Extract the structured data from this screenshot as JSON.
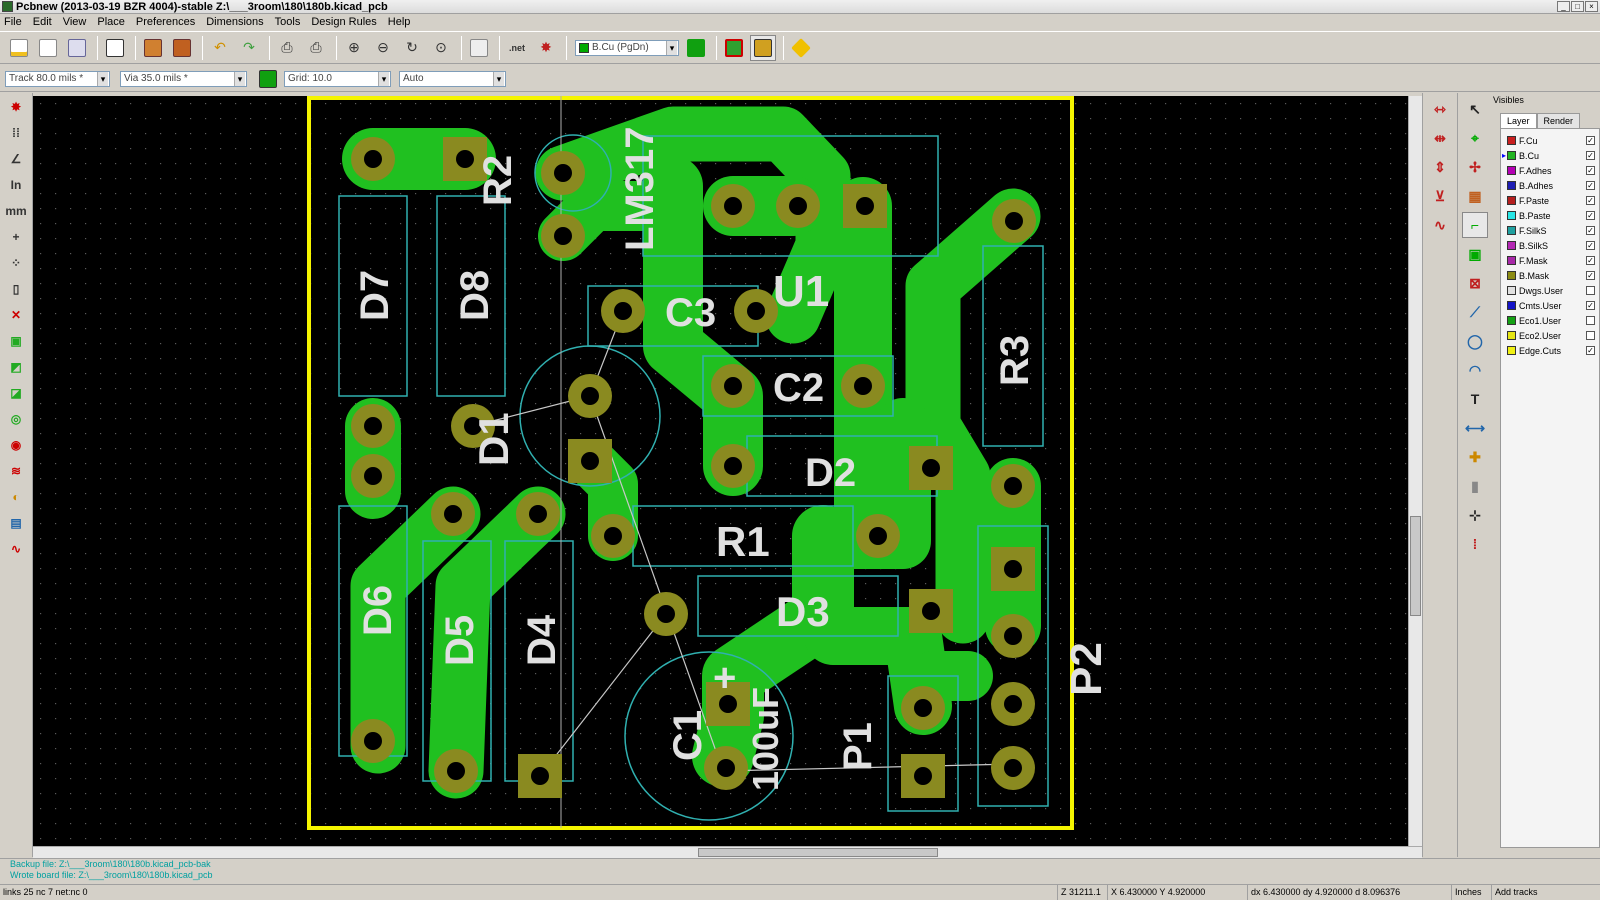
{
  "window": {
    "title": "Pcbnew (2013-03-19 BZR 4004)-stable Z:\\___3room\\180\\180b.kicad_pcb",
    "controls": [
      "_",
      "□",
      "×"
    ]
  },
  "menu": [
    "File",
    "Edit",
    "View",
    "Place",
    "Preferences",
    "Dimensions",
    "Tools",
    "Design Rules",
    "Help"
  ],
  "toolbar": {
    "icons": [
      "new-board-icon",
      "open-board-icon",
      "save-board-icon",
      "page-settings-icon",
      "module-editor-icon",
      "module-viewer-icon",
      "undo-icon",
      "redo-icon",
      "print-icon",
      "plot-icon",
      "zoom-in-icon",
      "zoom-out-icon",
      "zoom-redraw-icon",
      "zoom-fit-icon",
      "find-icon",
      "netlist-icon",
      "drc-icon",
      "layer-pair-icon",
      "autoplace-icon",
      "autoroute-icon",
      "mode-track-icon"
    ],
    "net_label": ".net",
    "layer_select": "B.Cu (PgDn)"
  },
  "options": {
    "track": "Track 80.0 mils *",
    "via": "Via 35.0 mils *",
    "grid": "Grid: 10.0",
    "zoom": "Auto"
  },
  "board": {
    "refs": [
      "R2",
      "LM317",
      "D7",
      "D8",
      "C3",
      "U1",
      "R3",
      "C2",
      "D1",
      "D2",
      "R1",
      "D6",
      "D5",
      "D4",
      "D3",
      "C1",
      "100uF",
      "P1",
      "P2"
    ],
    "plus": "+"
  },
  "visibles": {
    "title": "Visibles",
    "tabs": [
      "Layer",
      "Render"
    ],
    "layers": [
      {
        "name": "F.Cu",
        "color": "#c81e1e",
        "checked": true,
        "active": false
      },
      {
        "name": "B.Cu",
        "color": "#22b422",
        "checked": true,
        "active": true
      },
      {
        "name": "F.Adhes",
        "color": "#b400b4",
        "checked": true,
        "active": false
      },
      {
        "name": "B.Adhes",
        "color": "#1e1eb4",
        "checked": true,
        "active": false
      },
      {
        "name": "F.Paste",
        "color": "#b41e1e",
        "checked": true,
        "active": false
      },
      {
        "name": "B.Paste",
        "color": "#28e6e6",
        "checked": true,
        "active": false
      },
      {
        "name": "F.SilkS",
        "color": "#20a0a0",
        "checked": true,
        "active": false
      },
      {
        "name": "B.SilkS",
        "color": "#b428b4",
        "checked": true,
        "active": false
      },
      {
        "name": "F.Mask",
        "color": "#a828a8",
        "checked": true,
        "active": false
      },
      {
        "name": "B.Mask",
        "color": "#8c8c14",
        "checked": true,
        "active": false
      },
      {
        "name": "Dwgs.User",
        "color": "#e0e0e0",
        "checked": false,
        "active": false
      },
      {
        "name": "Cmts.User",
        "color": "#1414c8",
        "checked": true,
        "active": false
      },
      {
        "name": "Eco1.User",
        "color": "#14a014",
        "checked": false,
        "active": false
      },
      {
        "name": "Eco2.User",
        "color": "#e6e614",
        "checked": false,
        "active": false
      },
      {
        "name": "Edge.Cuts",
        "color": "#f0f014",
        "checked": true,
        "active": false
      }
    ]
  },
  "messages": [
    "Backup file: Z:\\___3room\\180\\180b.kicad_pcb-bak",
    "Wrote board file: Z:\\___3room\\180\\180b.kicad_pcb"
  ],
  "status": {
    "links": "links 25 nc 7  net:nc 0",
    "zoom": "Z 31211.1",
    "xy": "X 6.430000  Y 4.920000",
    "dxy": "dx 6.430000  dy 4.920000  d 8.096376",
    "units": "Inches",
    "mode": "Add tracks"
  },
  "colors": {
    "copper": "#20c020",
    "pad": "#8a8a20",
    "silk": "#30b0b0",
    "edge": "#f5f500",
    "board_bg": "#000000",
    "ratsnest": "#c8c8c8"
  }
}
